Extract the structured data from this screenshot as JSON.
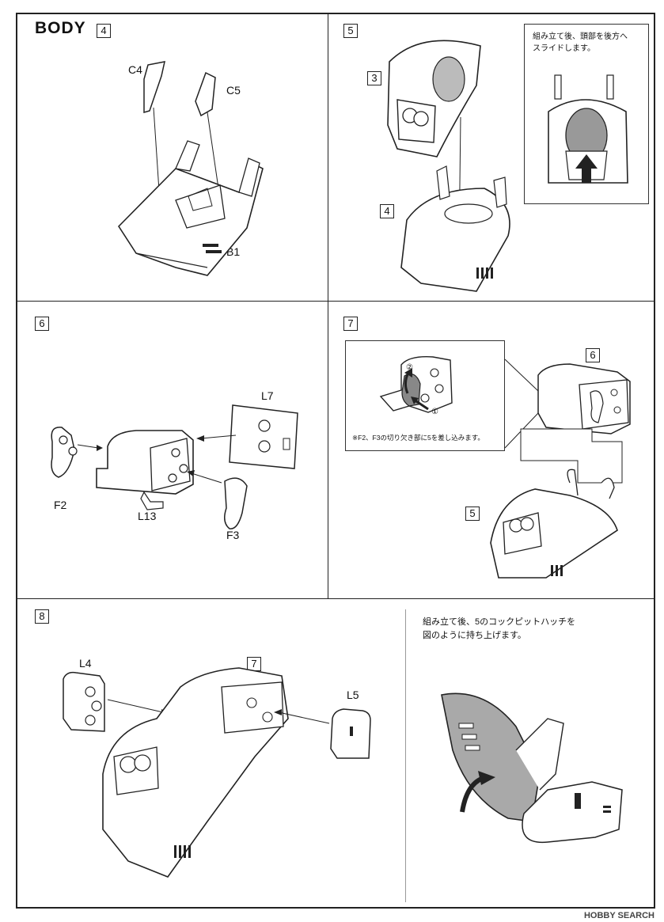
{
  "page": {
    "title": "BODY"
  },
  "steps": {
    "s4": {
      "number": "4",
      "labels": {
        "c4": "C4",
        "c5": "C5",
        "b1": "B1"
      }
    },
    "s5": {
      "number": "5",
      "part3": "3",
      "part4": "4",
      "note_lines": [
        "組み立て後、頭部を後方へ",
        "スライドします。"
      ]
    },
    "s6": {
      "number": "6",
      "labels": {
        "l7": "L7",
        "f2": "F2",
        "l13": "L13",
        "f3": "F3"
      }
    },
    "s7": {
      "number": "7",
      "ref6": "6",
      "ref5": "5",
      "callout_1": "①",
      "callout_2": "②",
      "note": "※F2、F3の切り欠き部に5を差し込みます。"
    },
    "s8": {
      "number": "8",
      "ref7": "7",
      "labels": {
        "l4": "L4",
        "l5": "L5"
      },
      "ref5_note": "5",
      "note_lines": [
        "組み立て後、5のコックピットハッチを",
        "図のように持ち上げます。"
      ]
    }
  },
  "footer": {
    "watermark": "HOBBY SEARCH"
  },
  "colors": {
    "line": "#222222",
    "grey_fill": "#a9a9a9",
    "dark_fill": "#555555"
  }
}
